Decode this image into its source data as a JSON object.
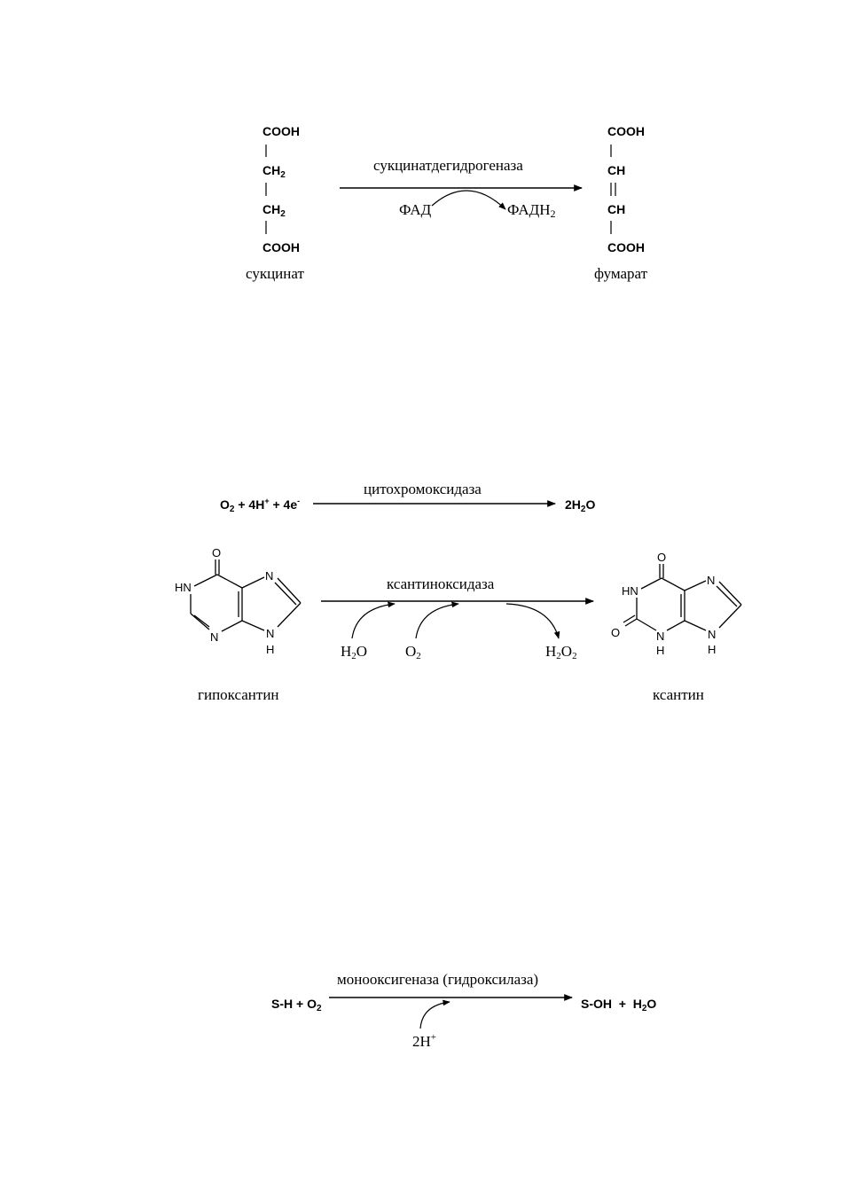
{
  "reaction1": {
    "enzyme": "сукцинатдегидрогеназа",
    "cofactor_in": "ФАД",
    "cofactor_out_main": "ФАДН",
    "cofactor_out_sub": "2",
    "substrate": {
      "name": "сукцинат",
      "rows": [
        {
          "main": "COOH",
          "sub": ""
        },
        {
          "main": "|",
          "sub": ""
        },
        {
          "main": "CH",
          "sub": "2"
        },
        {
          "main": "|",
          "sub": ""
        },
        {
          "main": "CH",
          "sub": "2"
        },
        {
          "main": "|",
          "sub": ""
        },
        {
          "main": "COOH",
          "sub": ""
        }
      ]
    },
    "product": {
      "name": "фумарат",
      "rows": [
        {
          "main": "COOH",
          "sub": ""
        },
        {
          "main": "|",
          "sub": ""
        },
        {
          "main": "CH",
          "sub": ""
        },
        {
          "main": "||",
          "sub": ""
        },
        {
          "main": "CH",
          "sub": ""
        },
        {
          "main": "|",
          "sub": ""
        },
        {
          "main": "COOH",
          "sub": ""
        }
      ]
    }
  },
  "reaction2": {
    "enzyme": "цитохромоксидаза",
    "left": {
      "o": "O",
      "o_sub": "2",
      "plus1": " + 4H",
      "h_sup": "+",
      "plus2": " + 4e",
      "e_sup": "-"
    },
    "right": {
      "coef": "2H",
      "sub": "2",
      "tail": "O"
    }
  },
  "reaction3": {
    "enzyme": "ксантиноксидаза",
    "substrate_name": "гипоксантин",
    "product_name": "ксантин",
    "h2o": {
      "main": "H",
      "sub": "2",
      "tail": "O"
    },
    "o2": {
      "main": "O",
      "sub": "2"
    },
    "h2o2": {
      "main": "H",
      "sub1": "2",
      "mid": "O",
      "sub2": "2"
    },
    "atoms": {
      "o": "O",
      "hn": "HN",
      "n": "N",
      "h": "H"
    }
  },
  "reaction4": {
    "enzyme": "монооксигеназа (гидроксилаза)",
    "left": {
      "main": "S-H + O",
      "sub": "2"
    },
    "right": {
      "main": "S-OH  +  H",
      "sub": "2",
      "tail": "O"
    },
    "proton": {
      "main": "2H",
      "sup": "+"
    }
  }
}
